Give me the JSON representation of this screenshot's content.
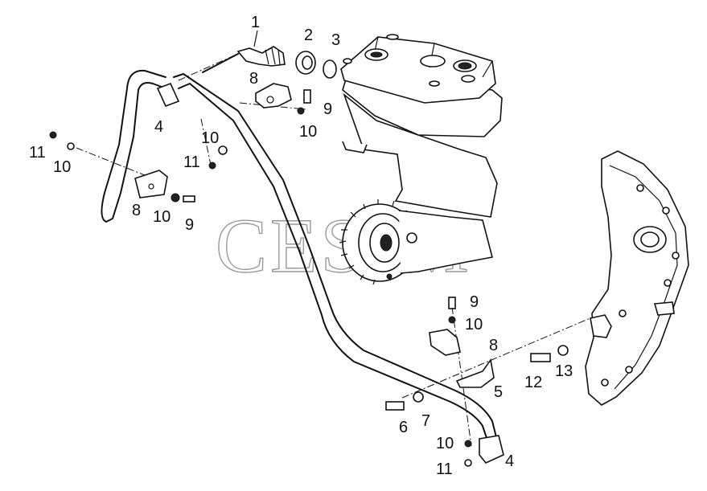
{
  "watermark": "CESJM",
  "callouts": [
    {
      "id": "c1",
      "text": "1"
    },
    {
      "id": "c2",
      "text": "2"
    },
    {
      "id": "c3",
      "text": "3"
    },
    {
      "id": "c8a",
      "text": "8"
    },
    {
      "id": "c9a",
      "text": "9"
    },
    {
      "id": "c10a",
      "text": "10"
    },
    {
      "id": "c4a",
      "text": "4"
    },
    {
      "id": "c10b",
      "text": "10"
    },
    {
      "id": "c11a",
      "text": "11"
    },
    {
      "id": "c11b",
      "text": "11"
    },
    {
      "id": "c10c",
      "text": "10"
    },
    {
      "id": "c8b",
      "text": "8"
    },
    {
      "id": "c10d",
      "text": "10"
    },
    {
      "id": "c9b",
      "text": "9"
    },
    {
      "id": "c9c",
      "text": "9"
    },
    {
      "id": "c10e",
      "text": "10"
    },
    {
      "id": "c8c",
      "text": "8"
    },
    {
      "id": "c5",
      "text": "5"
    },
    {
      "id": "c12",
      "text": "12"
    },
    {
      "id": "c13",
      "text": "13"
    },
    {
      "id": "c6",
      "text": "6"
    },
    {
      "id": "c7",
      "text": "7"
    },
    {
      "id": "c10f",
      "text": "10"
    },
    {
      "id": "c4b",
      "text": "4"
    },
    {
      "id": "c11c",
      "text": "11"
    }
  ]
}
